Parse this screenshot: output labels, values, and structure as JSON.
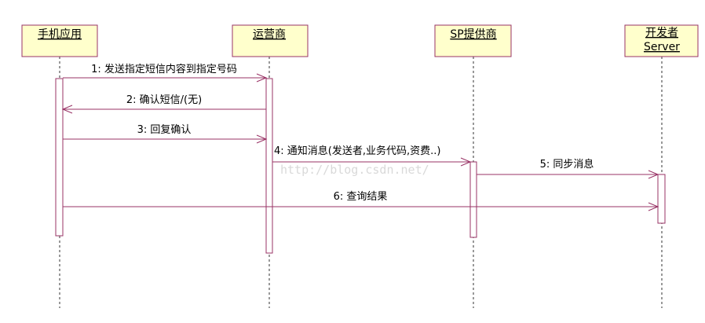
{
  "actors": [
    {
      "id": "mobile",
      "label": "手机应用"
    },
    {
      "id": "operator",
      "label": "运营商"
    },
    {
      "id": "sp",
      "label": "SP提供商"
    },
    {
      "id": "developer",
      "label": "开发者",
      "label2": "Server"
    }
  ],
  "messages": [
    {
      "label": "1: 发送指定短信内容到指定号码",
      "from": "mobile",
      "to": "operator"
    },
    {
      "label": "2: 确认短信/(无)",
      "from": "operator",
      "to": "mobile"
    },
    {
      "label": "3: 回复确认",
      "from": "mobile",
      "to": "operator"
    },
    {
      "label": "4: 通知消息(发送者,业务代码,资费..)",
      "from": "operator",
      "to": "sp"
    },
    {
      "label": "5: 同步消息",
      "from": "sp",
      "to": "developer"
    },
    {
      "label": "6: 查询结果",
      "from": "mobile",
      "to": "developer"
    }
  ],
  "watermark": "http://blog.csdn.net/",
  "colors": {
    "box_fill": "#ffffcc",
    "stroke": "#993366"
  }
}
